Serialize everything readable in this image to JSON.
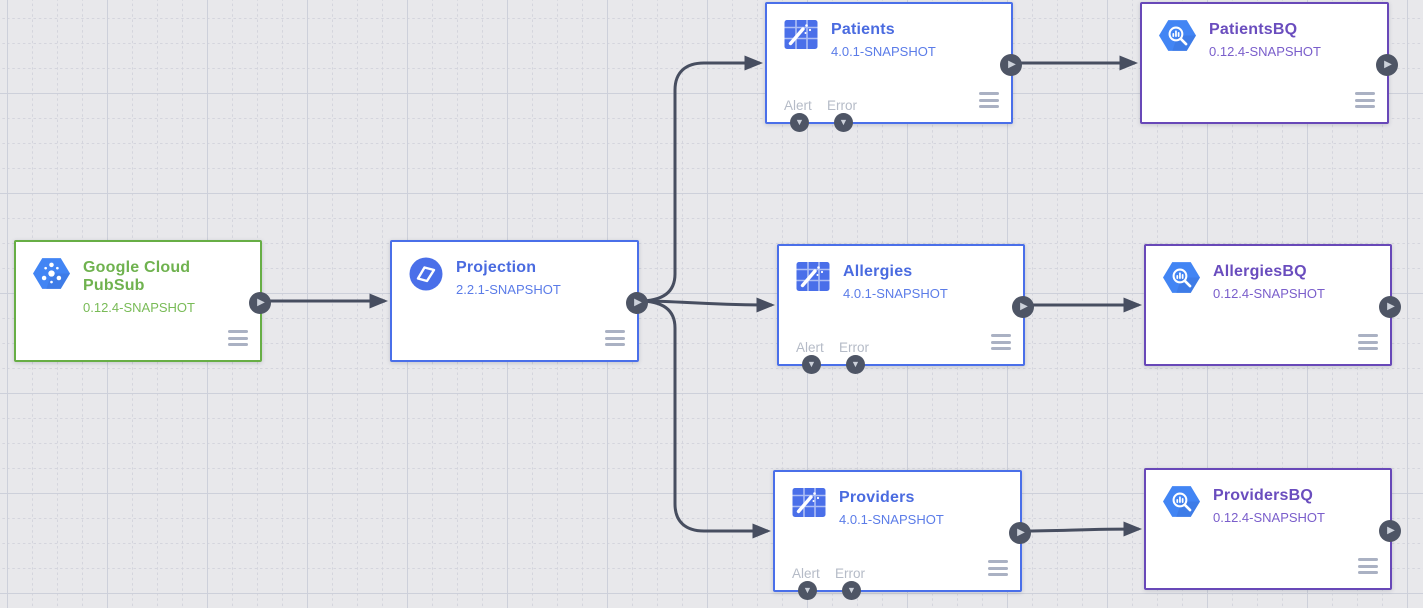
{
  "canvas": {
    "background": "#e8e8eb",
    "grid_minor_color": "#d4d5dd",
    "grid_major_color": "#cdd0da",
    "link_color": "#474e60",
    "port_color": "#4e5565"
  },
  "icons": {
    "play": "▶",
    "down": "▼"
  },
  "port_labels": {
    "alert": "Alert",
    "error": "Error"
  },
  "nodes": [
    {
      "id": "google-cloud-pubsub",
      "title": "Google Cloud PubSub",
      "version": "0.12.4-SNAPSHOT",
      "role": "source",
      "icon": "pubsub-icon",
      "accent": "#67ae45",
      "has_alert_error": false
    },
    {
      "id": "projection",
      "title": "Projection",
      "version": "2.2.1-SNAPSHOT",
      "role": "transform",
      "icon": "projection-icon",
      "accent": "#4a6fe9",
      "has_alert_error": false
    },
    {
      "id": "patients",
      "title": "Patients",
      "version": "4.0.1-SNAPSHOT",
      "role": "transform",
      "icon": "wrangler-icon",
      "accent": "#4a6fe9",
      "has_alert_error": true
    },
    {
      "id": "patientsbq",
      "title": "PatientsBQ",
      "version": "0.12.4-SNAPSHOT",
      "role": "sink",
      "icon": "bigquery-icon",
      "accent": "#6848b8",
      "has_alert_error": false
    },
    {
      "id": "allergies",
      "title": "Allergies",
      "version": "4.0.1-SNAPSHOT",
      "role": "transform",
      "icon": "wrangler-icon",
      "accent": "#4a6fe9",
      "has_alert_error": true
    },
    {
      "id": "allergiesbq",
      "title": "AllergiesBQ",
      "version": "0.12.4-SNAPSHOT",
      "role": "sink",
      "icon": "bigquery-icon",
      "accent": "#6848b8",
      "has_alert_error": false
    },
    {
      "id": "providers",
      "title": "Providers",
      "version": "4.0.1-SNAPSHOT",
      "role": "transform",
      "icon": "wrangler-icon",
      "accent": "#4a6fe9",
      "has_alert_error": true
    },
    {
      "id": "providersbq",
      "title": "ProvidersBQ",
      "version": "0.12.4-SNAPSHOT",
      "role": "sink",
      "icon": "bigquery-icon",
      "accent": "#6848b8",
      "has_alert_error": false
    }
  ],
  "connections": [
    {
      "from": "google-cloud-pubsub",
      "to": "projection"
    },
    {
      "from": "projection",
      "to": "patients"
    },
    {
      "from": "projection",
      "to": "allergies"
    },
    {
      "from": "projection",
      "to": "providers"
    },
    {
      "from": "patients",
      "to": "patientsbq"
    },
    {
      "from": "allergies",
      "to": "allergiesbq"
    },
    {
      "from": "providers",
      "to": "providersbq"
    }
  ]
}
